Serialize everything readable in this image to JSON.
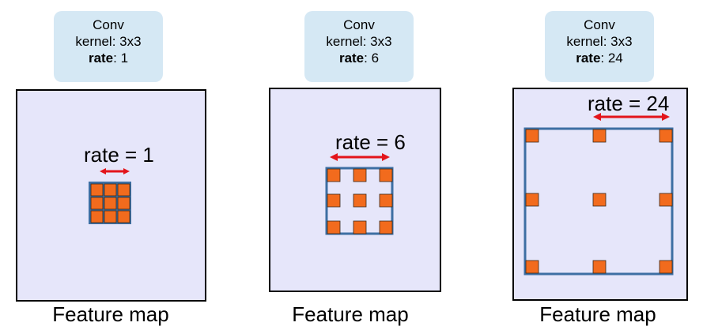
{
  "colors": {
    "label_box": "#d5e8f4",
    "feature_map": "#e6e6fa",
    "kernel_cell": "#f26b1d",
    "kernel_border": "#3d6fa3",
    "arrow": "#e3141b"
  },
  "panels": [
    {
      "conv_title": "Conv",
      "kernel_line": "kernel: 3x3",
      "rate_key": "rate",
      "rate_value": ": 1",
      "rate_label": "rate = 1",
      "caption": "Feature map",
      "rate": 1
    },
    {
      "conv_title": "Conv",
      "kernel_line": "kernel: 3x3",
      "rate_key": "rate",
      "rate_value": ": 6",
      "rate_label": "rate = 6",
      "caption": "Feature map",
      "rate": 6
    },
    {
      "conv_title": "Conv",
      "kernel_line": "kernel: 3x3",
      "rate_key": "rate",
      "rate_value": ": 24",
      "rate_label": "rate = 24",
      "caption": "Feature map",
      "rate": 24
    }
  ]
}
